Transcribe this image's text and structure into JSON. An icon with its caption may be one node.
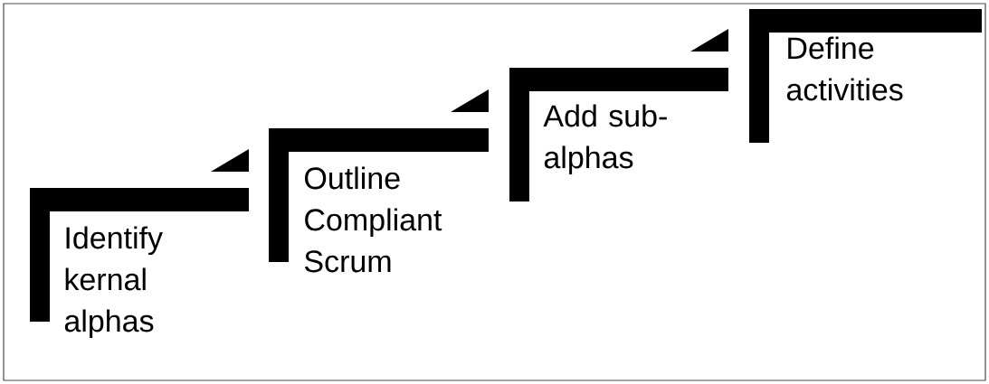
{
  "diagram": {
    "nodes": [
      {
        "text": [
          "Identify kernal alphas"
        ]
      },
      {
        "text": [
          "Outline Compliant Scrum"
        ]
      },
      {
        "text": [
          "Add sub-alphas"
        ]
      },
      {
        "text": [
          "Define activities"
        ]
      }
    ]
  }
}
